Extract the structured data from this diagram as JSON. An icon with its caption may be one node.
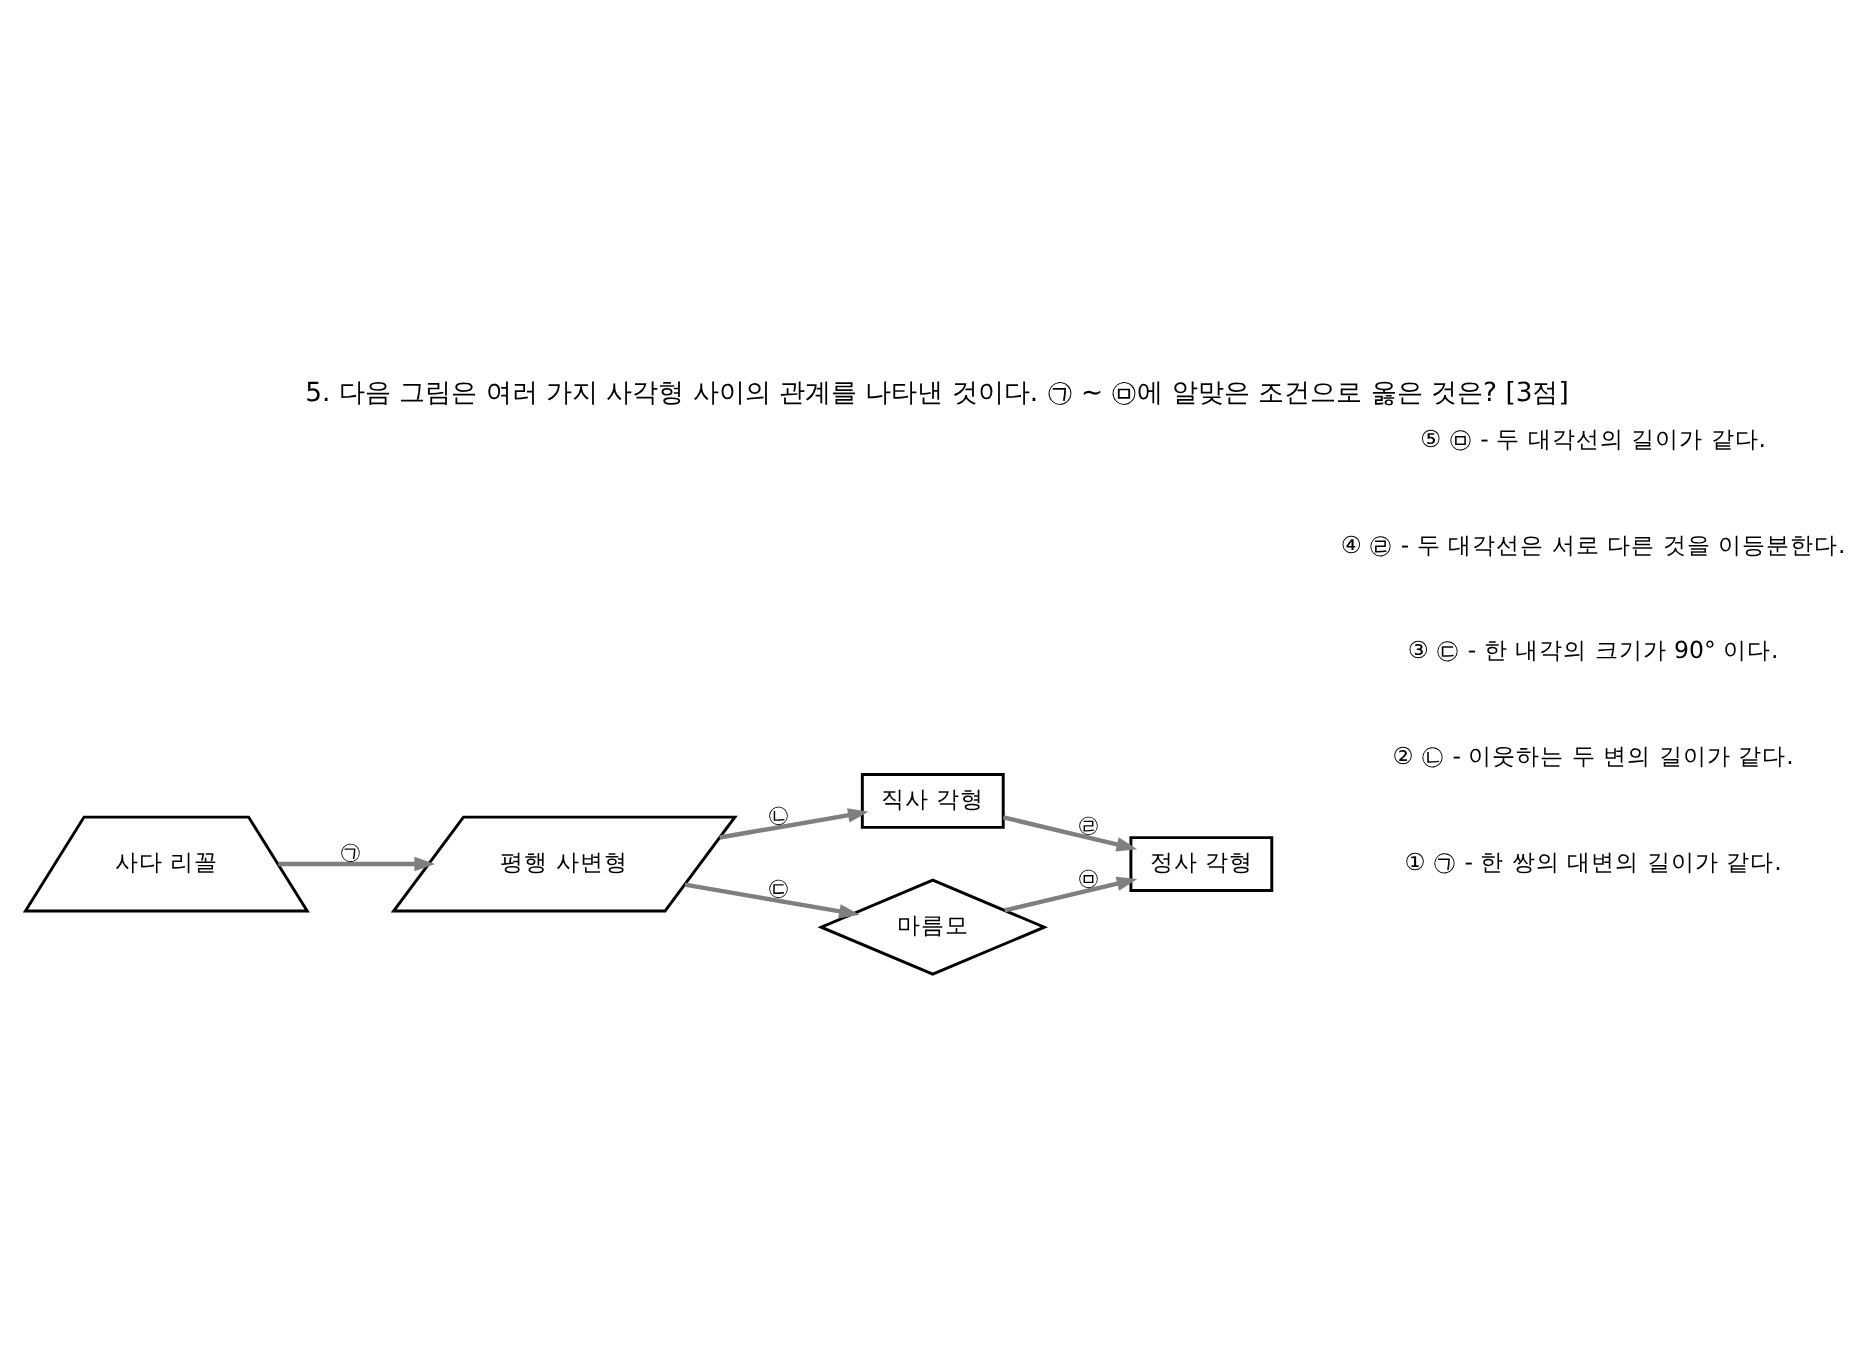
{
  "diagram": {
    "title": "5. 다음 그림은 여러 가지 사각형 사이의 관계를 나타낸 것이다. ㉠ ~ ㉤에 알맞은 조건으로 옳은 것은? [3점]",
    "nodes": [
      {
        "text": [
          "사다 리꼴"
        ]
      },
      {
        "text": [
          "평행 사변형"
        ]
      },
      {
        "text": [
          "직사 각형"
        ]
      },
      {
        "text": [
          "마름모"
        ]
      },
      {
        "text": [
          "정사 각형"
        ]
      }
    ],
    "edges": [
      {
        "from": 0,
        "to": 1,
        "arrow": "to",
        "label": "㉠"
      },
      {
        "from": 1,
        "to": 2,
        "arrow": "to",
        "label": "㉡"
      },
      {
        "from": 1,
        "to": 3,
        "arrow": "to",
        "label": "㉢"
      },
      {
        "from": 2,
        "to": 4,
        "arrow": "to",
        "label": "㉣"
      },
      {
        "from": 3,
        "to": 4,
        "arrow": "to",
        "label": "㉤"
      }
    ],
    "labels": [
      "① ㉠ - 한 쌍의 대변의 길이가 같다.",
      "② ㉡ - 이웃하는 두 변의 길이가 같다.",
      "③ ㉢ - 한 내각의 크기가 90° 이다.",
      "④ ㉣ - 두 대각선은 서로 다른 것을 이등분한다.",
      "⑤ ㉤ - 두 대각선의 길이가 같다."
    ]
  }
}
